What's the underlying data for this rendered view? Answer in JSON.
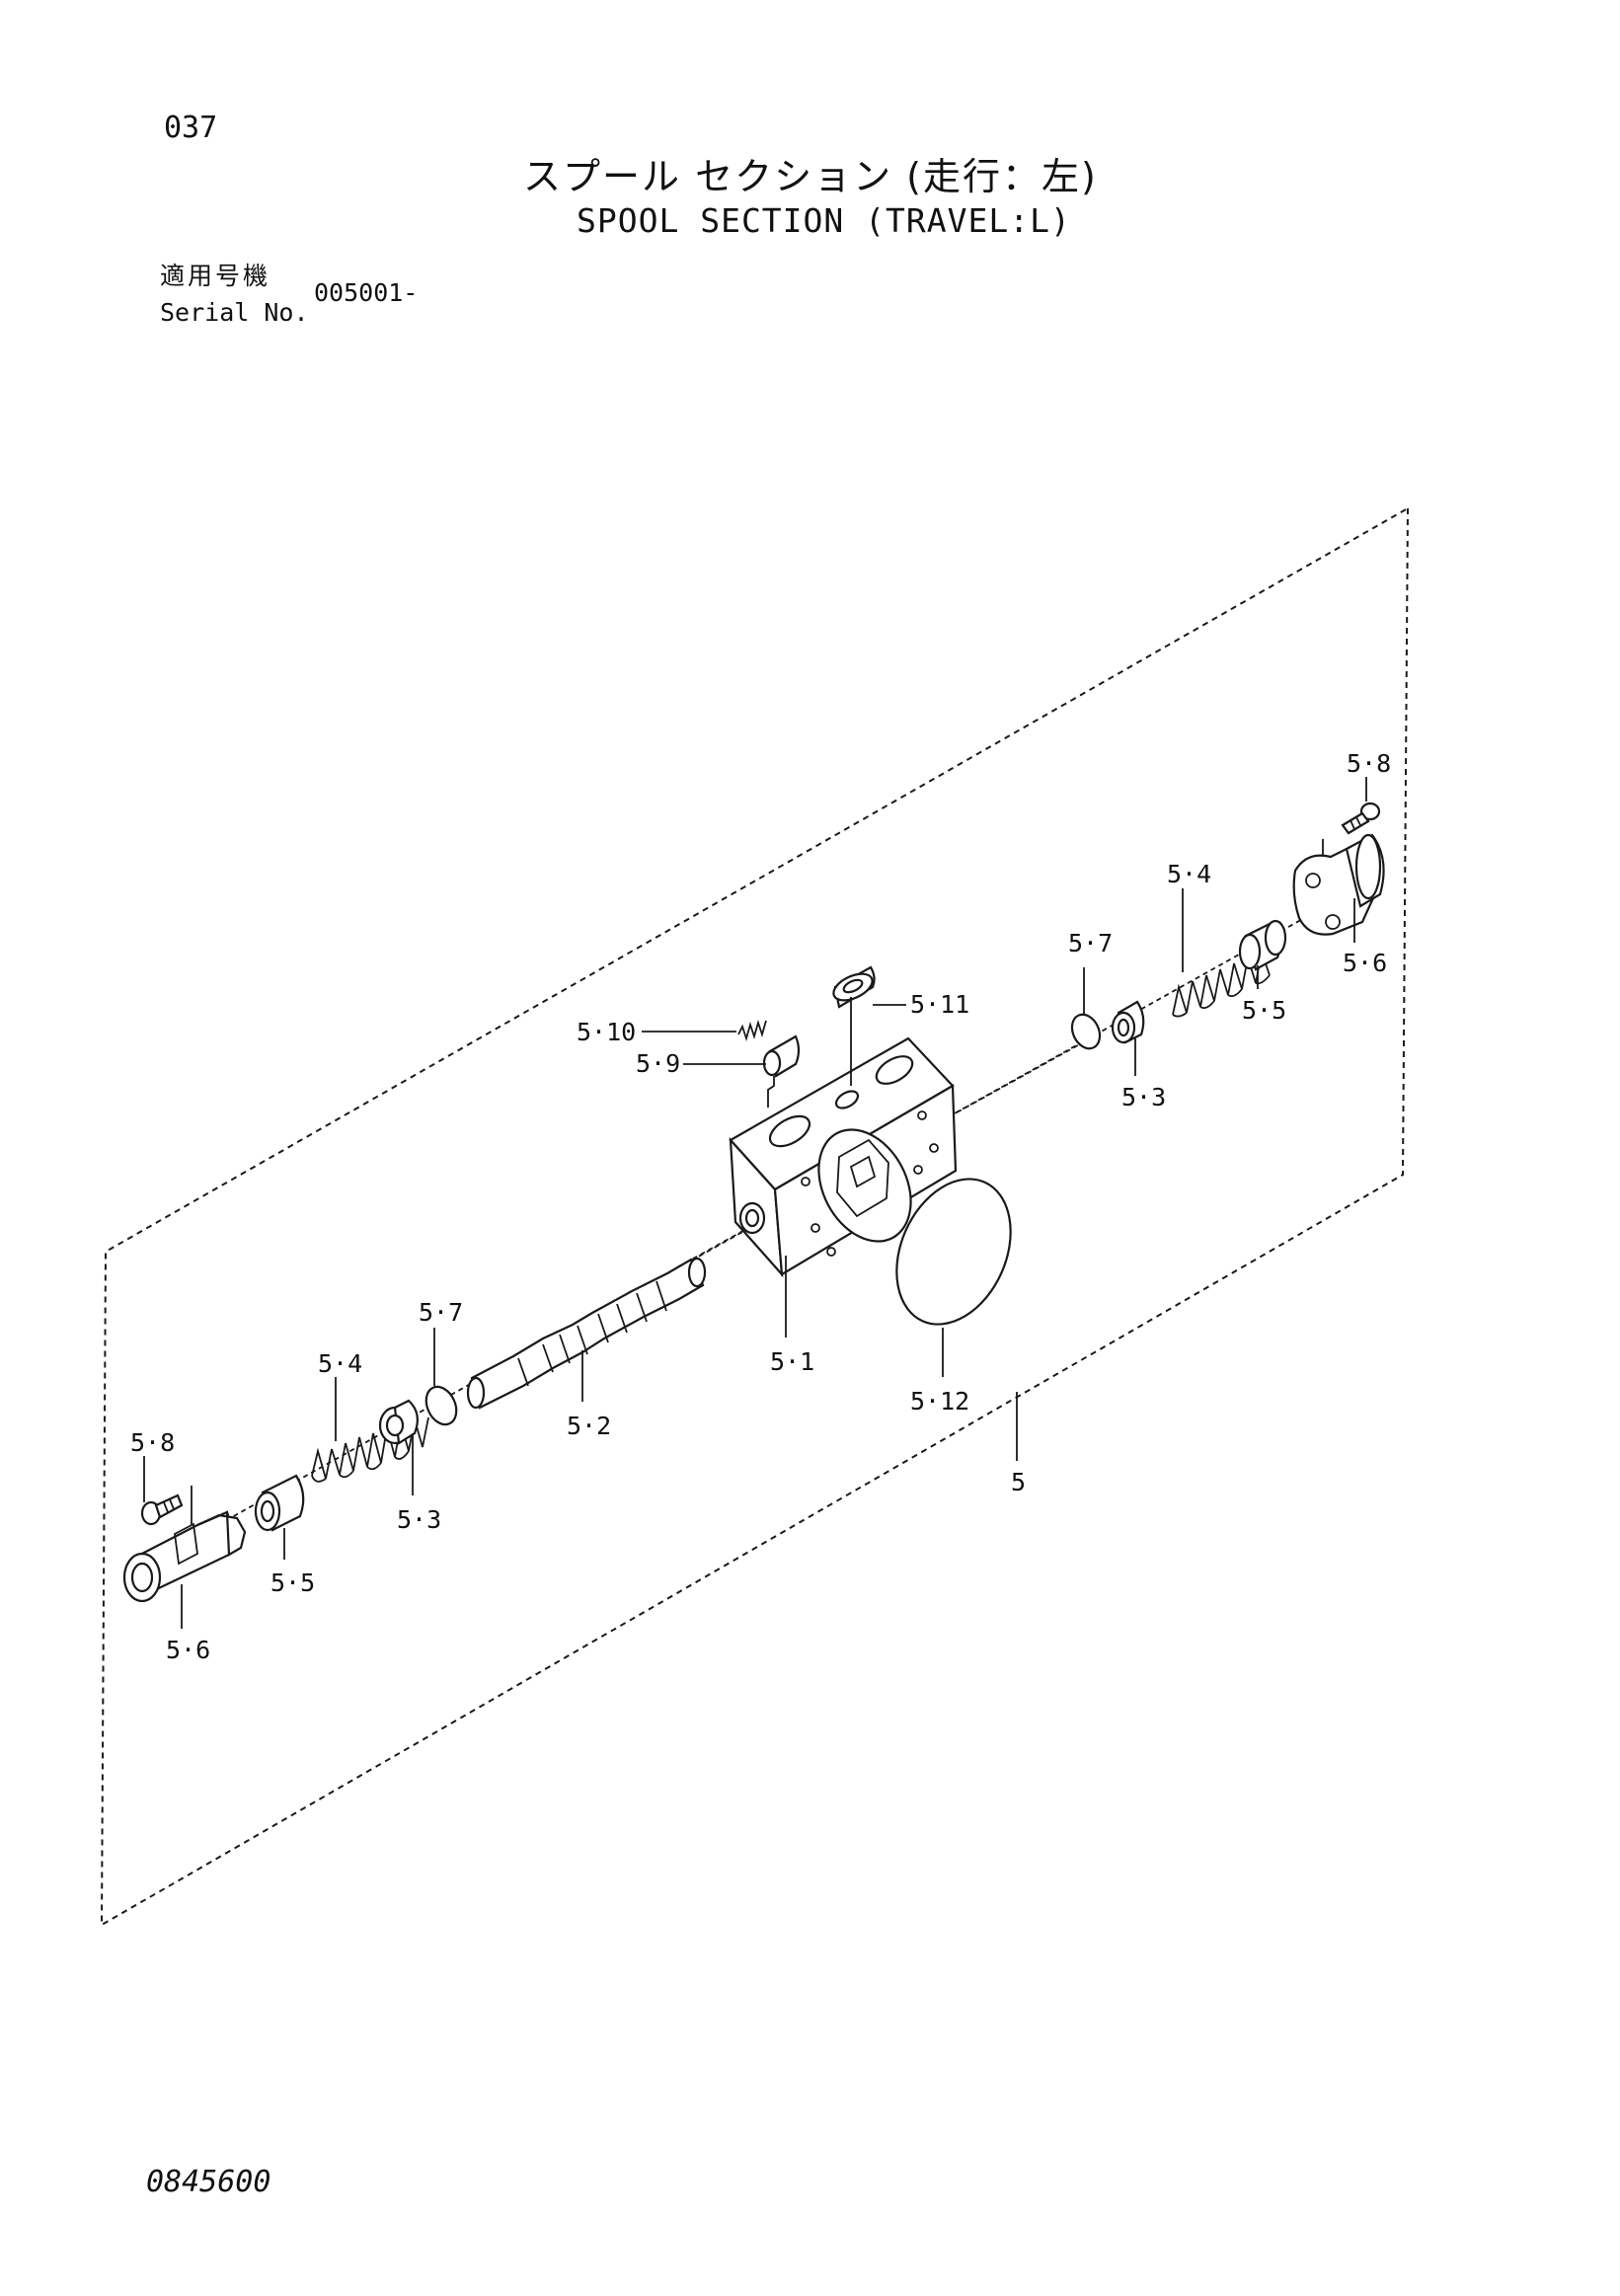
{
  "page_number": "037",
  "title_jp": "スプール セクション (走行：左)",
  "title_en": "SPOOL SECTION (TRAVEL:L)",
  "serial": {
    "label_jp": "適用号機",
    "label_en": "Serial No.",
    "value": "005001-"
  },
  "drawing_number": "0845600",
  "callouts": {
    "c5": "5",
    "c51": "5·1",
    "c52": "5·2",
    "c53a": "5·3",
    "c53b": "5·3",
    "c54a": "5·4",
    "c54b": "5·4",
    "c55a": "5·5",
    "c55b": "5·5",
    "c56a": "5·6",
    "c56b": "5·6",
    "c57a": "5·7",
    "c57b": "5·7",
    "c58a": "5·8",
    "c58b": "5·8",
    "c59": "5·9",
    "c510": "5·10",
    "c511": "5·11",
    "c512": "5·12"
  }
}
